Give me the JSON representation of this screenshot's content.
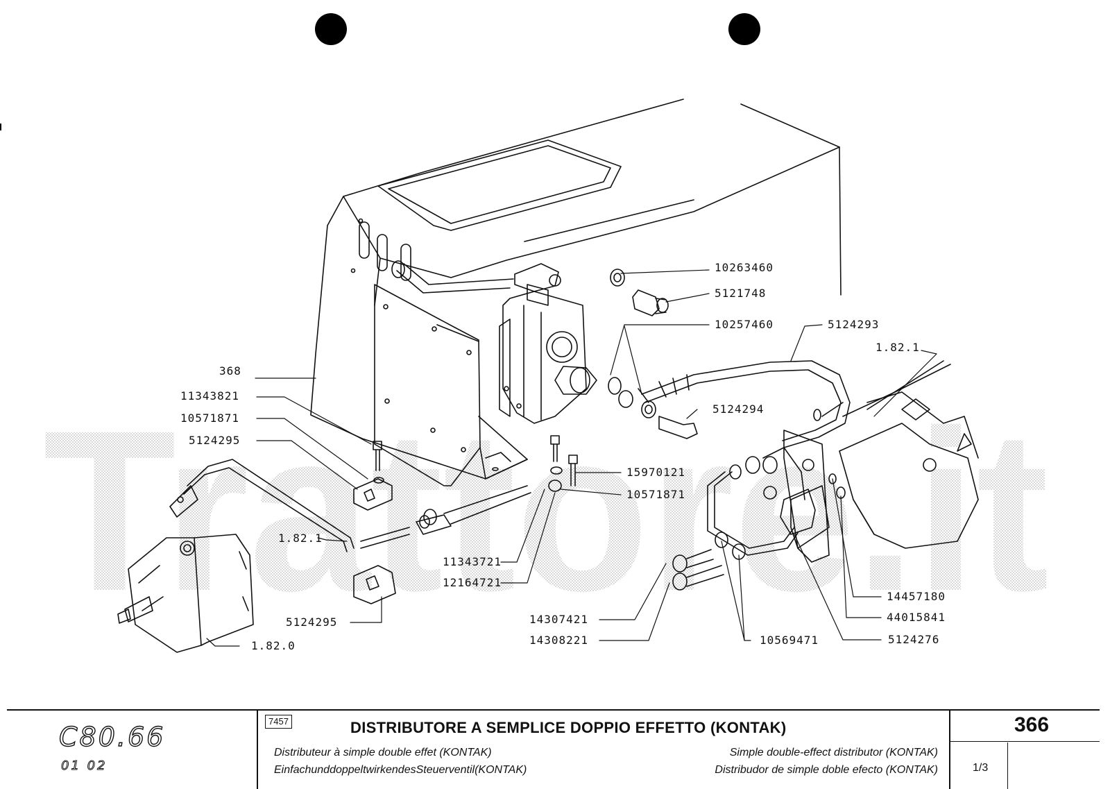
{
  "watermark": "Trattore.it",
  "part_numbers": {
    "p10263460": "10263460",
    "p5121748": "5121748",
    "p10257460": "10257460",
    "p5124293": "5124293",
    "r1821_top": "1.82.1",
    "p368": "368",
    "p11343821": "11343821",
    "p10571871_a": "10571871",
    "p5124295_a": "5124295",
    "p5124294": "5124294",
    "p15970121": "15970121",
    "p10571871_b": "10571871",
    "r1821_left": "1.82.1",
    "p11343721": "11343721",
    "p12164721": "12164721",
    "p5124295_b": "5124295",
    "r1820": "1.82.0",
    "p14307421": "14307421",
    "p14308221": "14308221",
    "p10569471": "10569471",
    "p14457180": "14457180",
    "p44015841": "44015841",
    "p5124276": "5124276"
  },
  "footer": {
    "model": "C80.66",
    "model_sub": "01  02",
    "code": "7457",
    "title": "DISTRIBUTORE A SEMPLICE DOPPIO EFFETTO (KONTAK)",
    "fr": "Distributeur à simple double effet (KONTAK)",
    "de": "EinfachunddoppeltwirkendesSteuerventil(KONTAK)",
    "en": "Simple double-effect distributor (KONTAK)",
    "es": "Distribudor de simple doble efecto (KONTAK)",
    "page": "366",
    "sheet": "1/3"
  }
}
